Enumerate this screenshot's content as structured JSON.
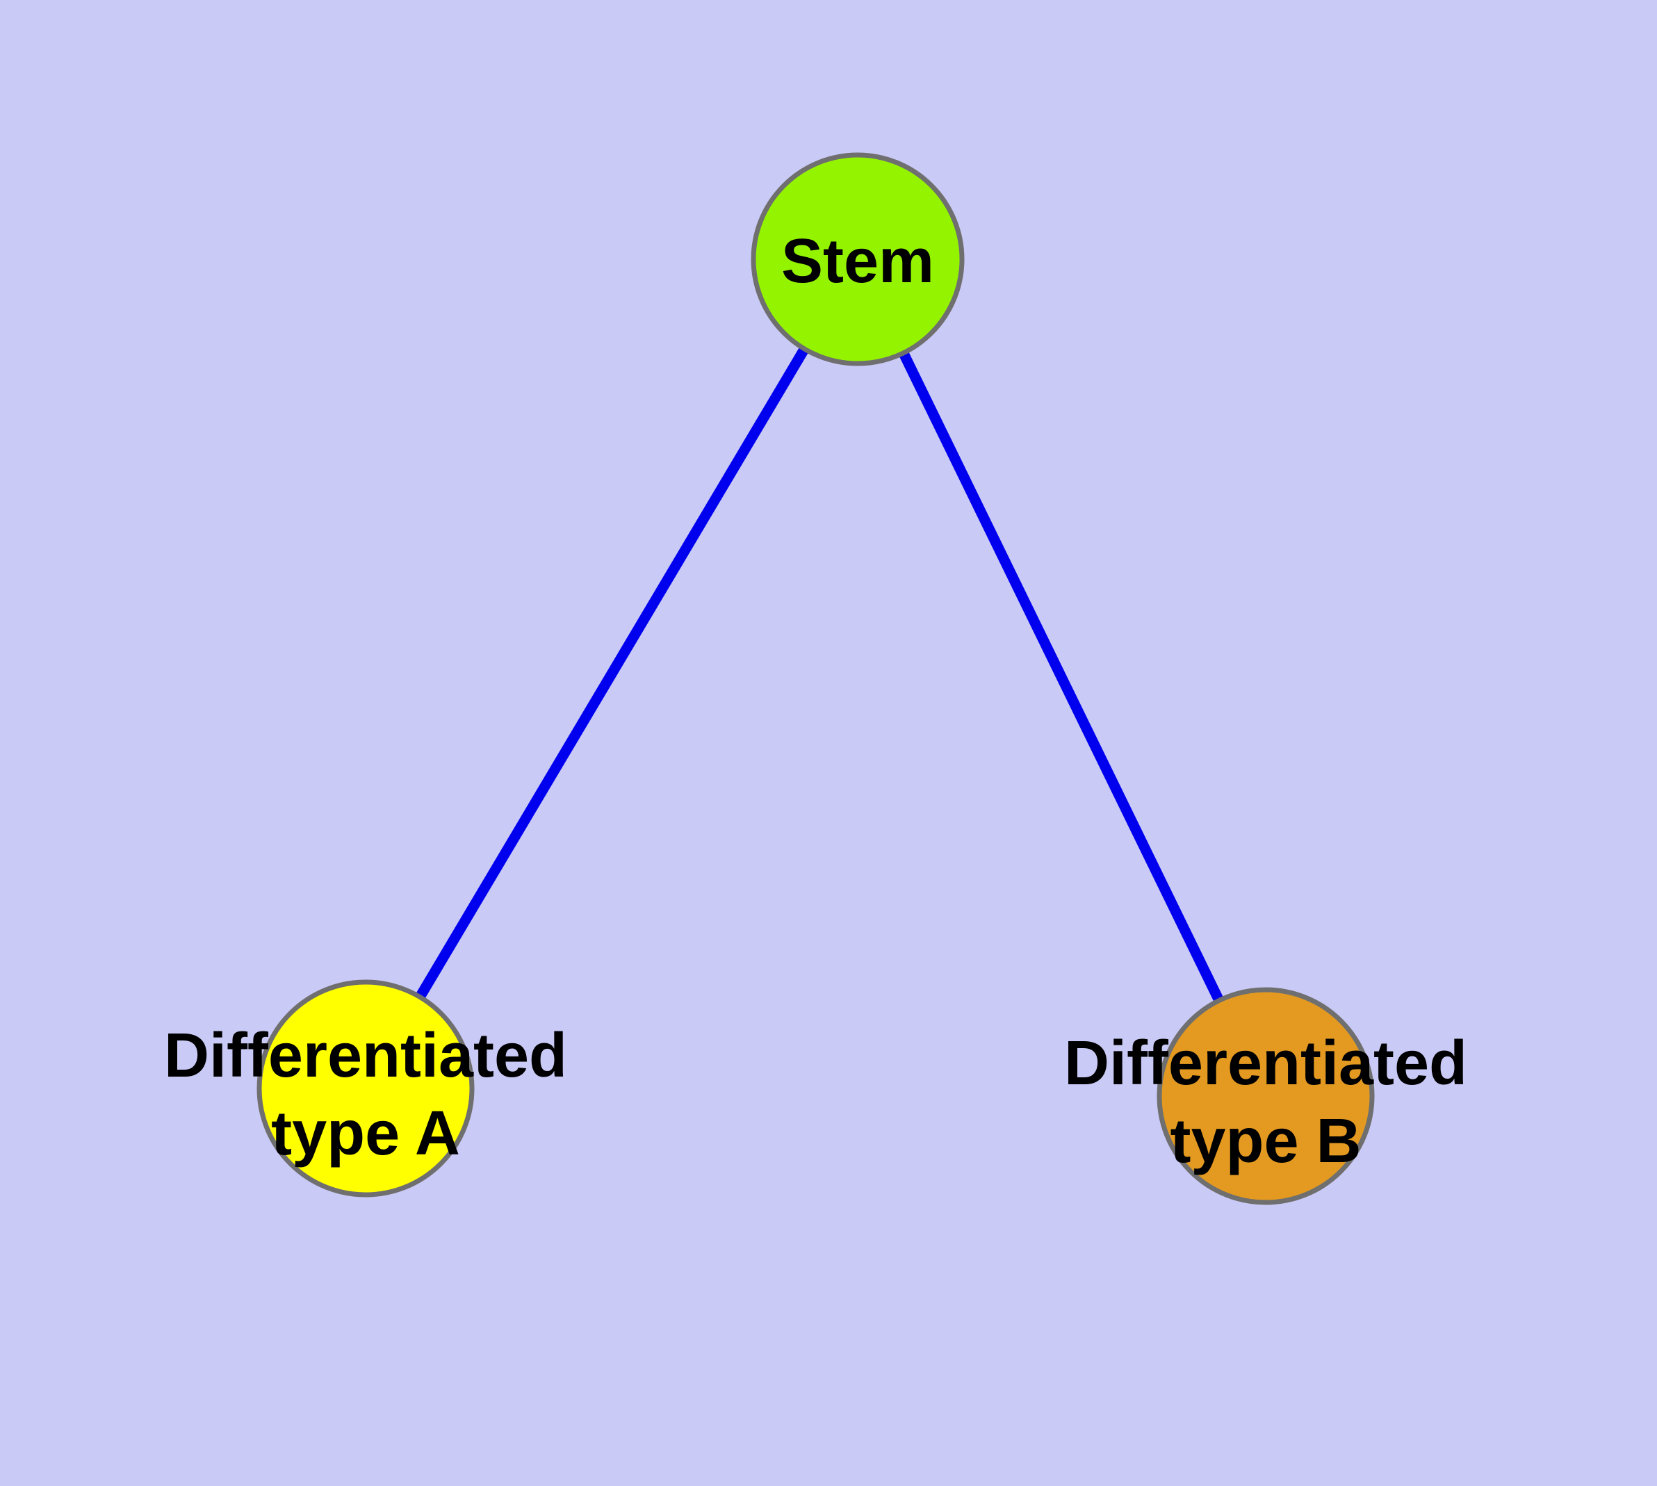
{
  "diagram": {
    "type": "graph",
    "description": "Stem cell differentiation graph: one stem node connected to two differentiated cell type nodes",
    "colors": {
      "background": "#cacaf7",
      "edge": "#0000ee",
      "node_border": "#6f6f6f",
      "label_text": "#000000",
      "stem_fill": "#94f400",
      "type_a_fill": "#ffff00",
      "type_b_fill": "#e49a20"
    },
    "nodes": [
      {
        "id": "stem",
        "label": "Stem",
        "fill": "#94f400"
      },
      {
        "id": "differentiated-type-a",
        "label": "Differentiated type A",
        "label_lines": [
          "Differentiated",
          "type A"
        ],
        "fill": "#ffff00"
      },
      {
        "id": "differentiated-type-b",
        "label": "Differentiated type B",
        "label_lines": [
          "Differentiated",
          "type B"
        ],
        "fill": "#e49a20"
      }
    ],
    "edges": [
      {
        "from": "Stem",
        "to": "Differentiated type A"
      },
      {
        "from": "Stem",
        "to": "Differentiated type B"
      }
    ]
  }
}
